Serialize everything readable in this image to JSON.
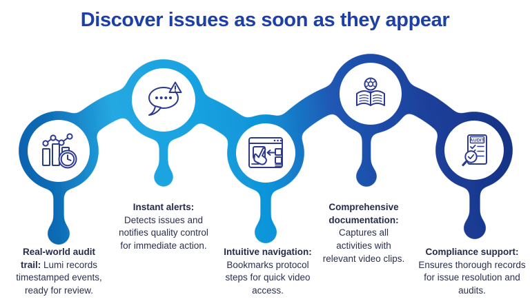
{
  "title": "Discover issues as soon as they appear",
  "palette": {
    "title_blue": "#1d3fa8",
    "ribbon_left_blue": "#0b5fab",
    "ribbon_cyan": "#25a8e2",
    "ribbon_mid_blue": "#0f93d8",
    "ribbon_royal": "#2058b4",
    "ribbon_navy": "#13307f",
    "icon_stroke": "#2b3990",
    "body_text": "#2a2f4e"
  },
  "steps": [
    {
      "heading": "Real-world audit trail:",
      "body": "Lumi records timestamped events, ready for review.",
      "icon": "audit-trail-chart-icon"
    },
    {
      "heading": "Instant alerts:",
      "body": "Detects issues and notifies quality control for immediate action.",
      "icon": "chat-alert-icon"
    },
    {
      "heading": "Intuitive navigation:",
      "body": "Bookmarks protocol steps for quick video access.",
      "icon": "navigation-window-icon"
    },
    {
      "heading": "Comprehensive documentation:",
      "body": "Captures all activities with relevant video clips.",
      "icon": "book-idea-icon"
    },
    {
      "heading": "Compliance support:",
      "body": "Ensures thorough records for issue resolution and audits.",
      "icon": "audit-checklist-icon"
    }
  ],
  "icons": {
    "audit_doc_label": "AUDIT"
  }
}
